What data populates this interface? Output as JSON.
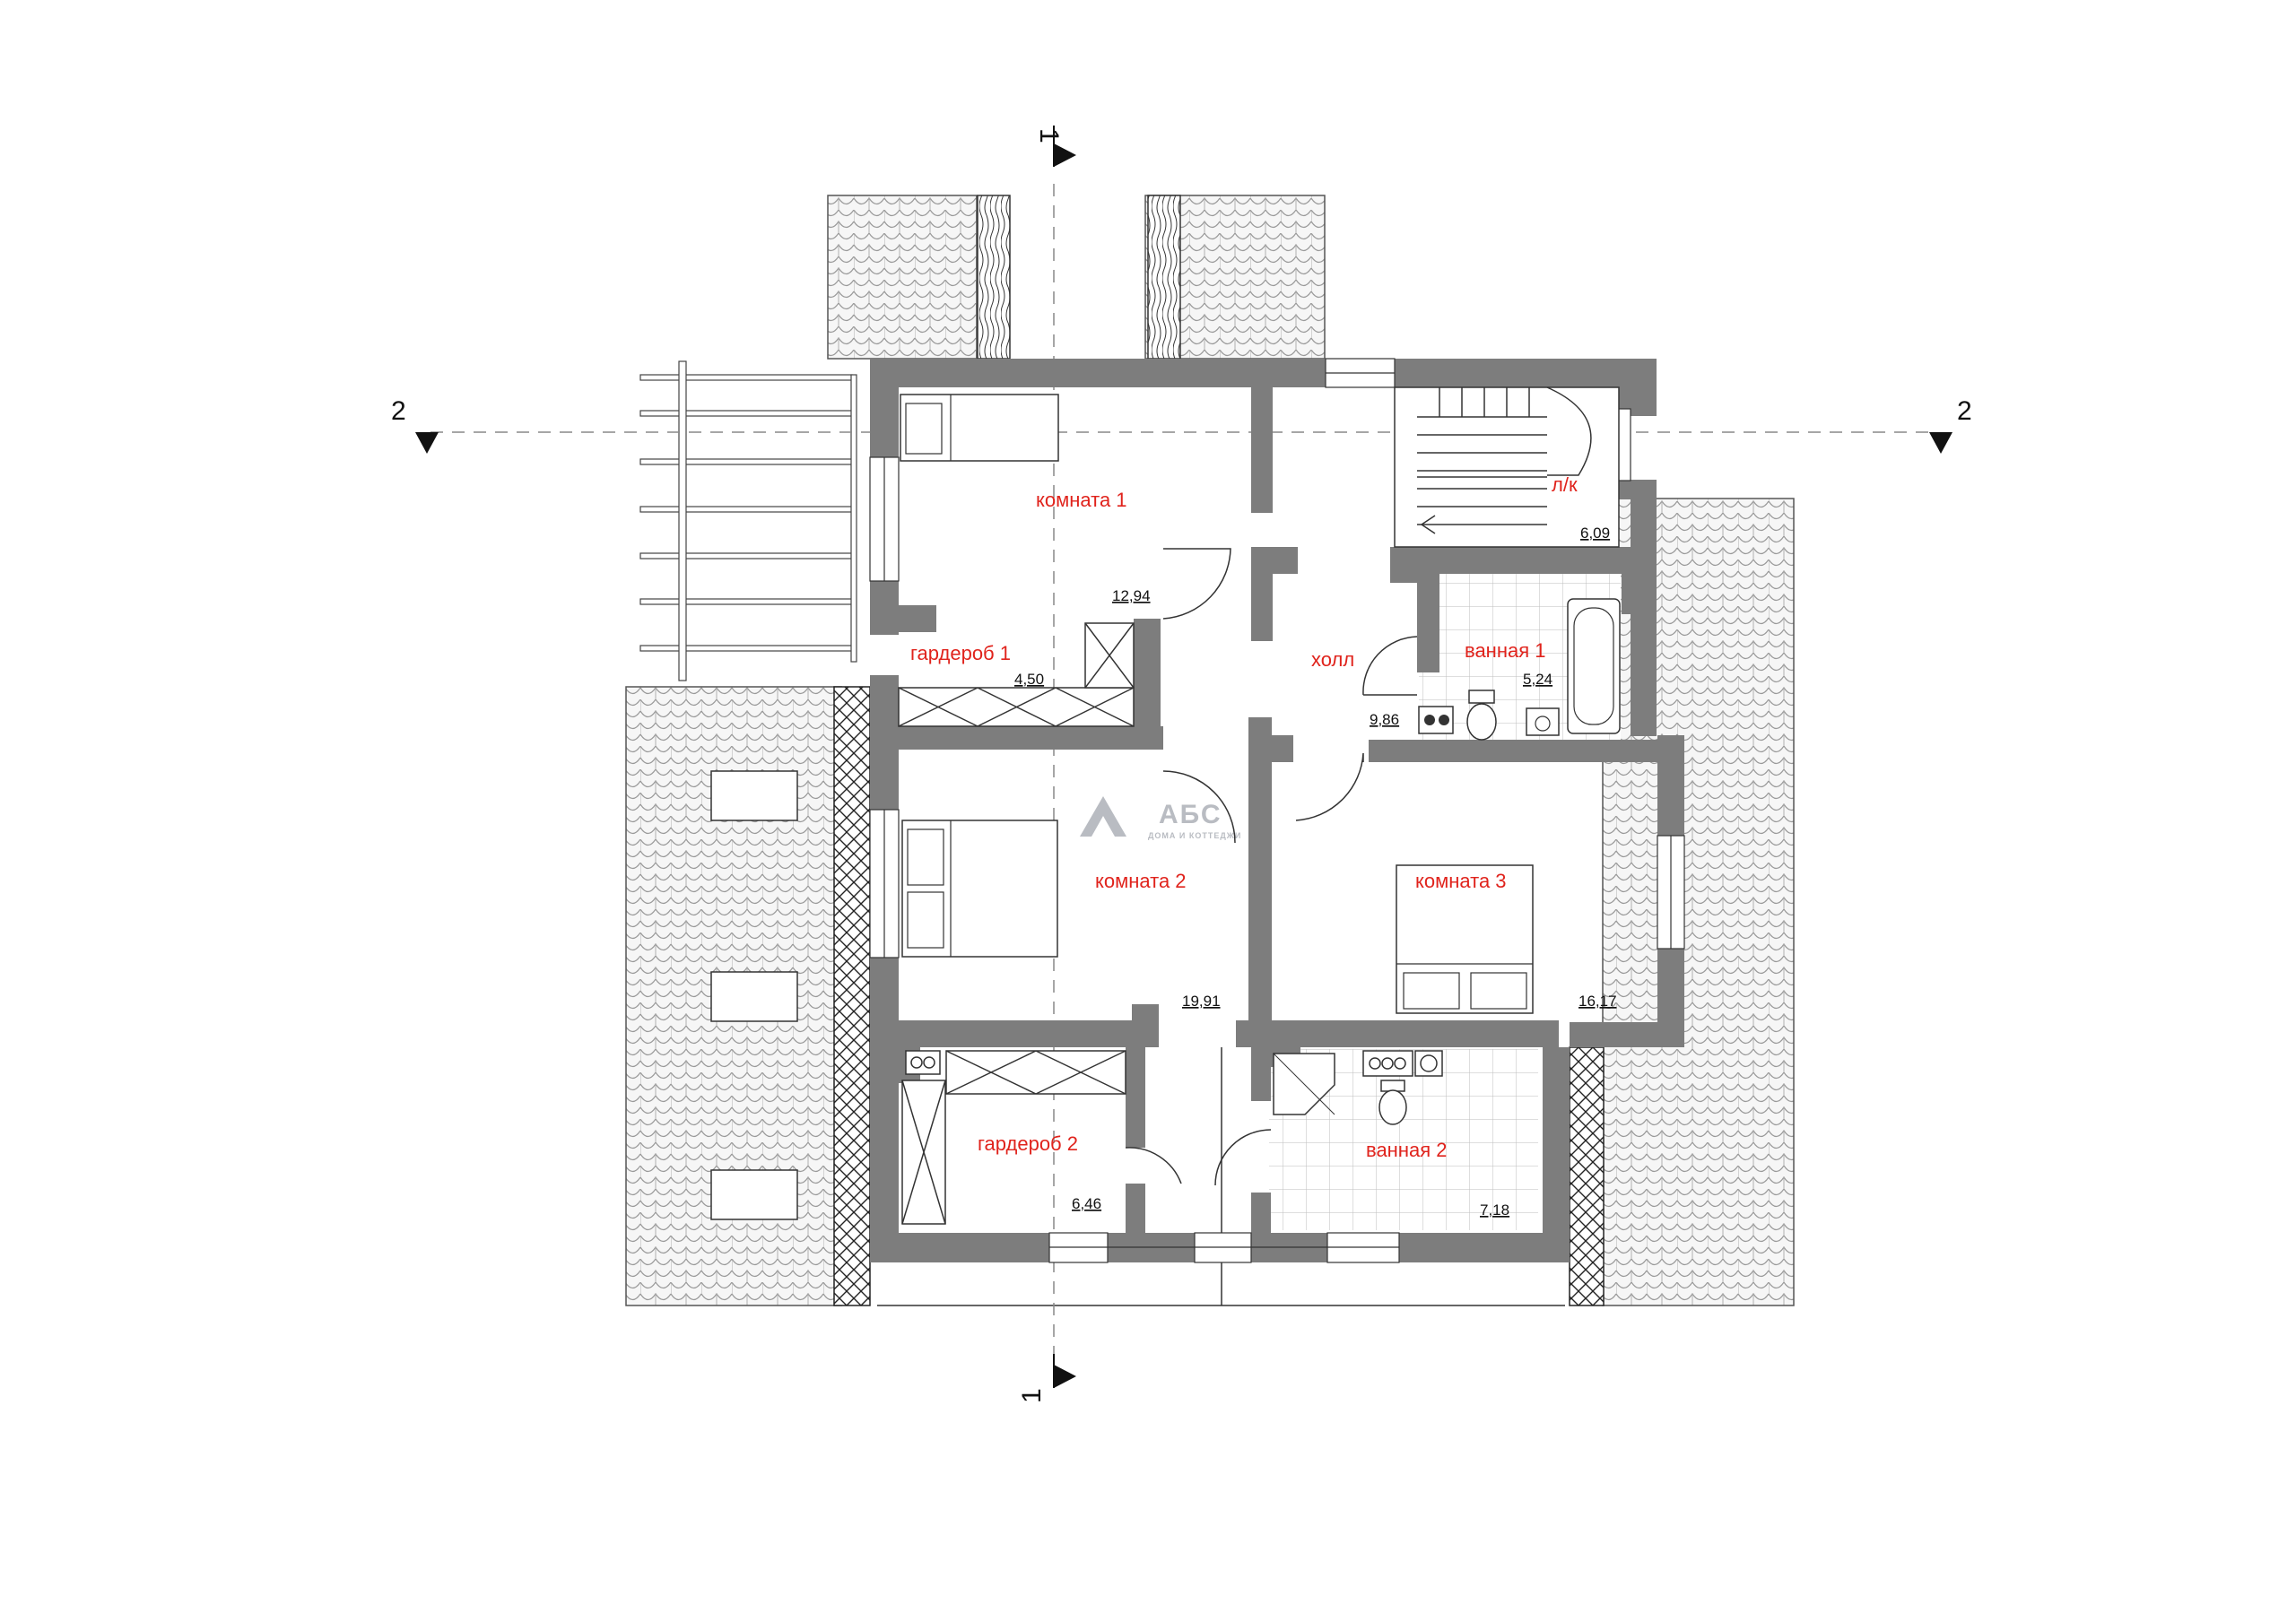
{
  "rooms": [
    {
      "id": "room1",
      "name": "комната 1",
      "area": "12,94"
    },
    {
      "id": "wardrobe1",
      "name": "гардероб 1",
      "area": "4,50"
    },
    {
      "id": "room2",
      "name": "комната 2",
      "area": "19,91"
    },
    {
      "id": "wardrobe2",
      "name": "гардероб 2",
      "area": "6,46"
    },
    {
      "id": "hall",
      "name": "холл",
      "area": "9,86"
    },
    {
      "id": "stair",
      "name": "л/к",
      "area": "6,09"
    },
    {
      "id": "bath1",
      "name": "ванная 1",
      "area": "5,24"
    },
    {
      "id": "room3",
      "name": "комната 3",
      "area": "16,17"
    },
    {
      "id": "bath2",
      "name": "ванная 2",
      "area": "7,18"
    }
  ],
  "section_marks": {
    "section_1": "1",
    "section_2": "2"
  },
  "logo": {
    "main": "АБС",
    "sub": "ДОМА И КОТТЕДЖИ"
  },
  "colors": {
    "wall": "#7d7d7d",
    "room_label": "#e0231c",
    "roof_tile": "#f4f4f4"
  }
}
